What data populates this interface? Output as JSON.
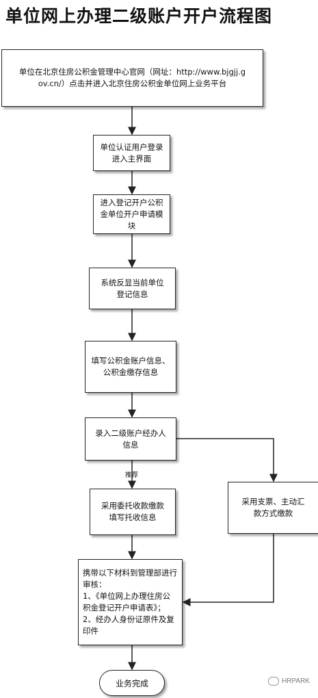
{
  "title": "单位网上办理二级账户开户流程图",
  "steps": {
    "step1": "单位在北京住房公积金管理中心官网（网址：http://www.bjgjj.gov.cn/）点击并进入北京住房公积金单位网上业务平台",
    "step2": "单位认证用户登录进入主界面",
    "step3": "进入登记开户公积金单位开户申请模块",
    "step4": "系统反显当前单位登记信息",
    "step5": "填写公积金账户信息、公积金缴存信息",
    "step6": "录入二级账户经办人信息",
    "step7a": "采用委托收款缴款填写托收信息",
    "step7b": "采用支票、主动汇款方式缴款",
    "step8_lines": [
      "携带以下材料到管理部进行审核：",
      "1、《单位网上办理住房公积金登记开户申请表》；",
      "2、经办人身份证原件及复印件"
    ],
    "end": "业务完成"
  },
  "edge_label": "推荐",
  "watermark": "HRPARK"
}
